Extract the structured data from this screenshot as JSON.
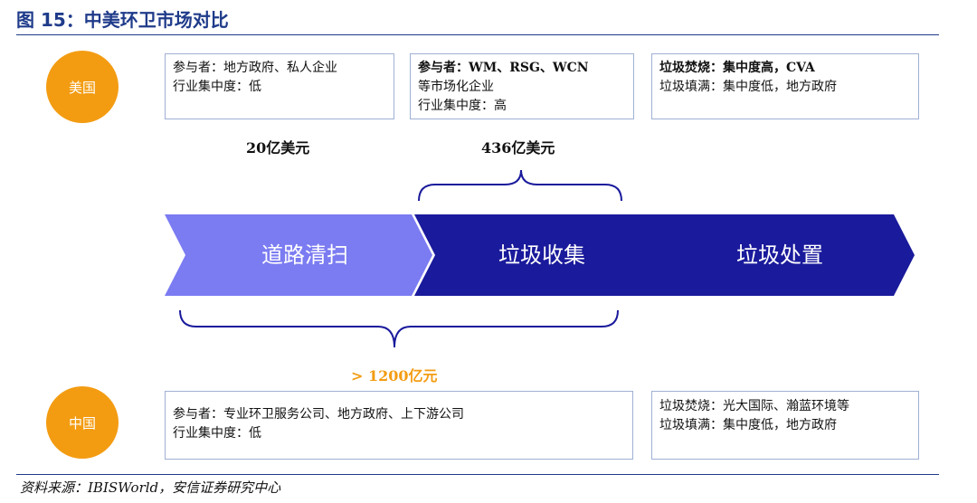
{
  "figure": {
    "title": "图 15：中美环卫市场对比"
  },
  "usa": {
    "label": "美国",
    "box1": {
      "line1": "参与者：地方政府、私人企业",
      "line2": "行业集中度：低"
    },
    "box2": {
      "line1": "参与者：WM、RSG、WCN",
      "line2": "等市场化企业",
      "line3": "行业集中度：高"
    },
    "box3": {
      "line1": "垃圾焚烧：集中度高，CVA",
      "line2": "垃圾填满：集中度低，地方政府"
    },
    "amount_cleaning": "20亿美元",
    "amount_collection": "436亿美元"
  },
  "stages": [
    {
      "label": "道路清扫",
      "color": "#7b7bf2"
    },
    {
      "label": "垃圾收集",
      "color": "#1a1a9c"
    },
    {
      "label": "垃圾处置",
      "color": "#1a1a9c"
    }
  ],
  "china": {
    "label": "中国",
    "amount": "> 1200亿元",
    "box1": {
      "line1": "参与者：专业环卫服务公司、地方政府、上下游公司",
      "line2": "行业集中度：低"
    },
    "box2": {
      "line1": "垃圾焚烧：光大国际、瀚蓝环境等",
      "line2": "垃圾填满：集中度低，地方政府"
    }
  },
  "colors": {
    "accent_orange": "#f39c12",
    "title_blue": "#1f3b8a",
    "box_border": "#9fb0d4"
  },
  "source": "资料来源：IBISWorld，安信证券研究中心"
}
